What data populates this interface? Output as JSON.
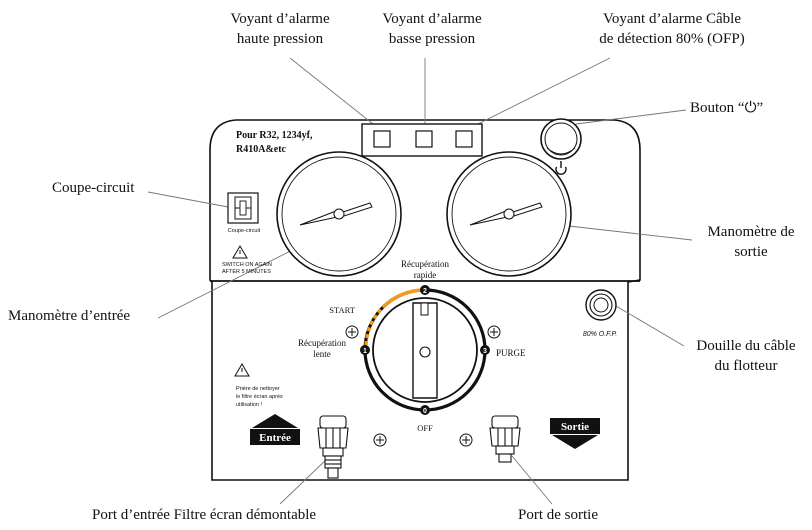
{
  "callouts": {
    "high_pressure_alarm": [
      "Voyant d’alarme",
      "haute pression"
    ],
    "low_pressure_alarm": [
      "Voyant d’alarme",
      "basse pression"
    ],
    "cable_alarm": [
      "Voyant d’alarme Câble",
      "de détection 80% (OFP)"
    ],
    "power_button": "Bouton “⏻”",
    "circuit_breaker": "Coupe-circuit",
    "outlet_gauge": [
      "Manomètre de",
      "sortie"
    ],
    "inlet_gauge": "Manomètre d’entrée",
    "float_socket": [
      "Douille du câble",
      "du flotteur"
    ],
    "inlet_port": "Port d’entrée Filtre écran démontable",
    "outlet_port": "Port de sortie"
  },
  "panel": {
    "refrigerants": [
      "Pour R32, 1234yf,",
      "R410A&etc"
    ],
    "breaker_text": "Coupe-circuit",
    "warning_text": [
      "SWITCH ON AGAIN",
      "AFTER 5 MINUTES"
    ],
    "rapid_recovery": [
      "Récupération",
      "rapide"
    ],
    "start": "START",
    "slow_recovery": [
      "Récupération",
      "lente"
    ],
    "purge": "PURGE",
    "off": "OFF",
    "dial_numbers": [
      "2",
      "1",
      "3",
      "0"
    ],
    "ofp_label": "80% O.F.P.",
    "filter_note": [
      "Prière de nettoyer",
      "le filtre écran après",
      "utilisation !"
    ],
    "inlet_tag": "Entrée",
    "outlet_tag": "Sortie"
  },
  "colors": {
    "line": "#111111",
    "rapid_arc": "#f39a1c",
    "panel_fill": "#ffffff"
  }
}
